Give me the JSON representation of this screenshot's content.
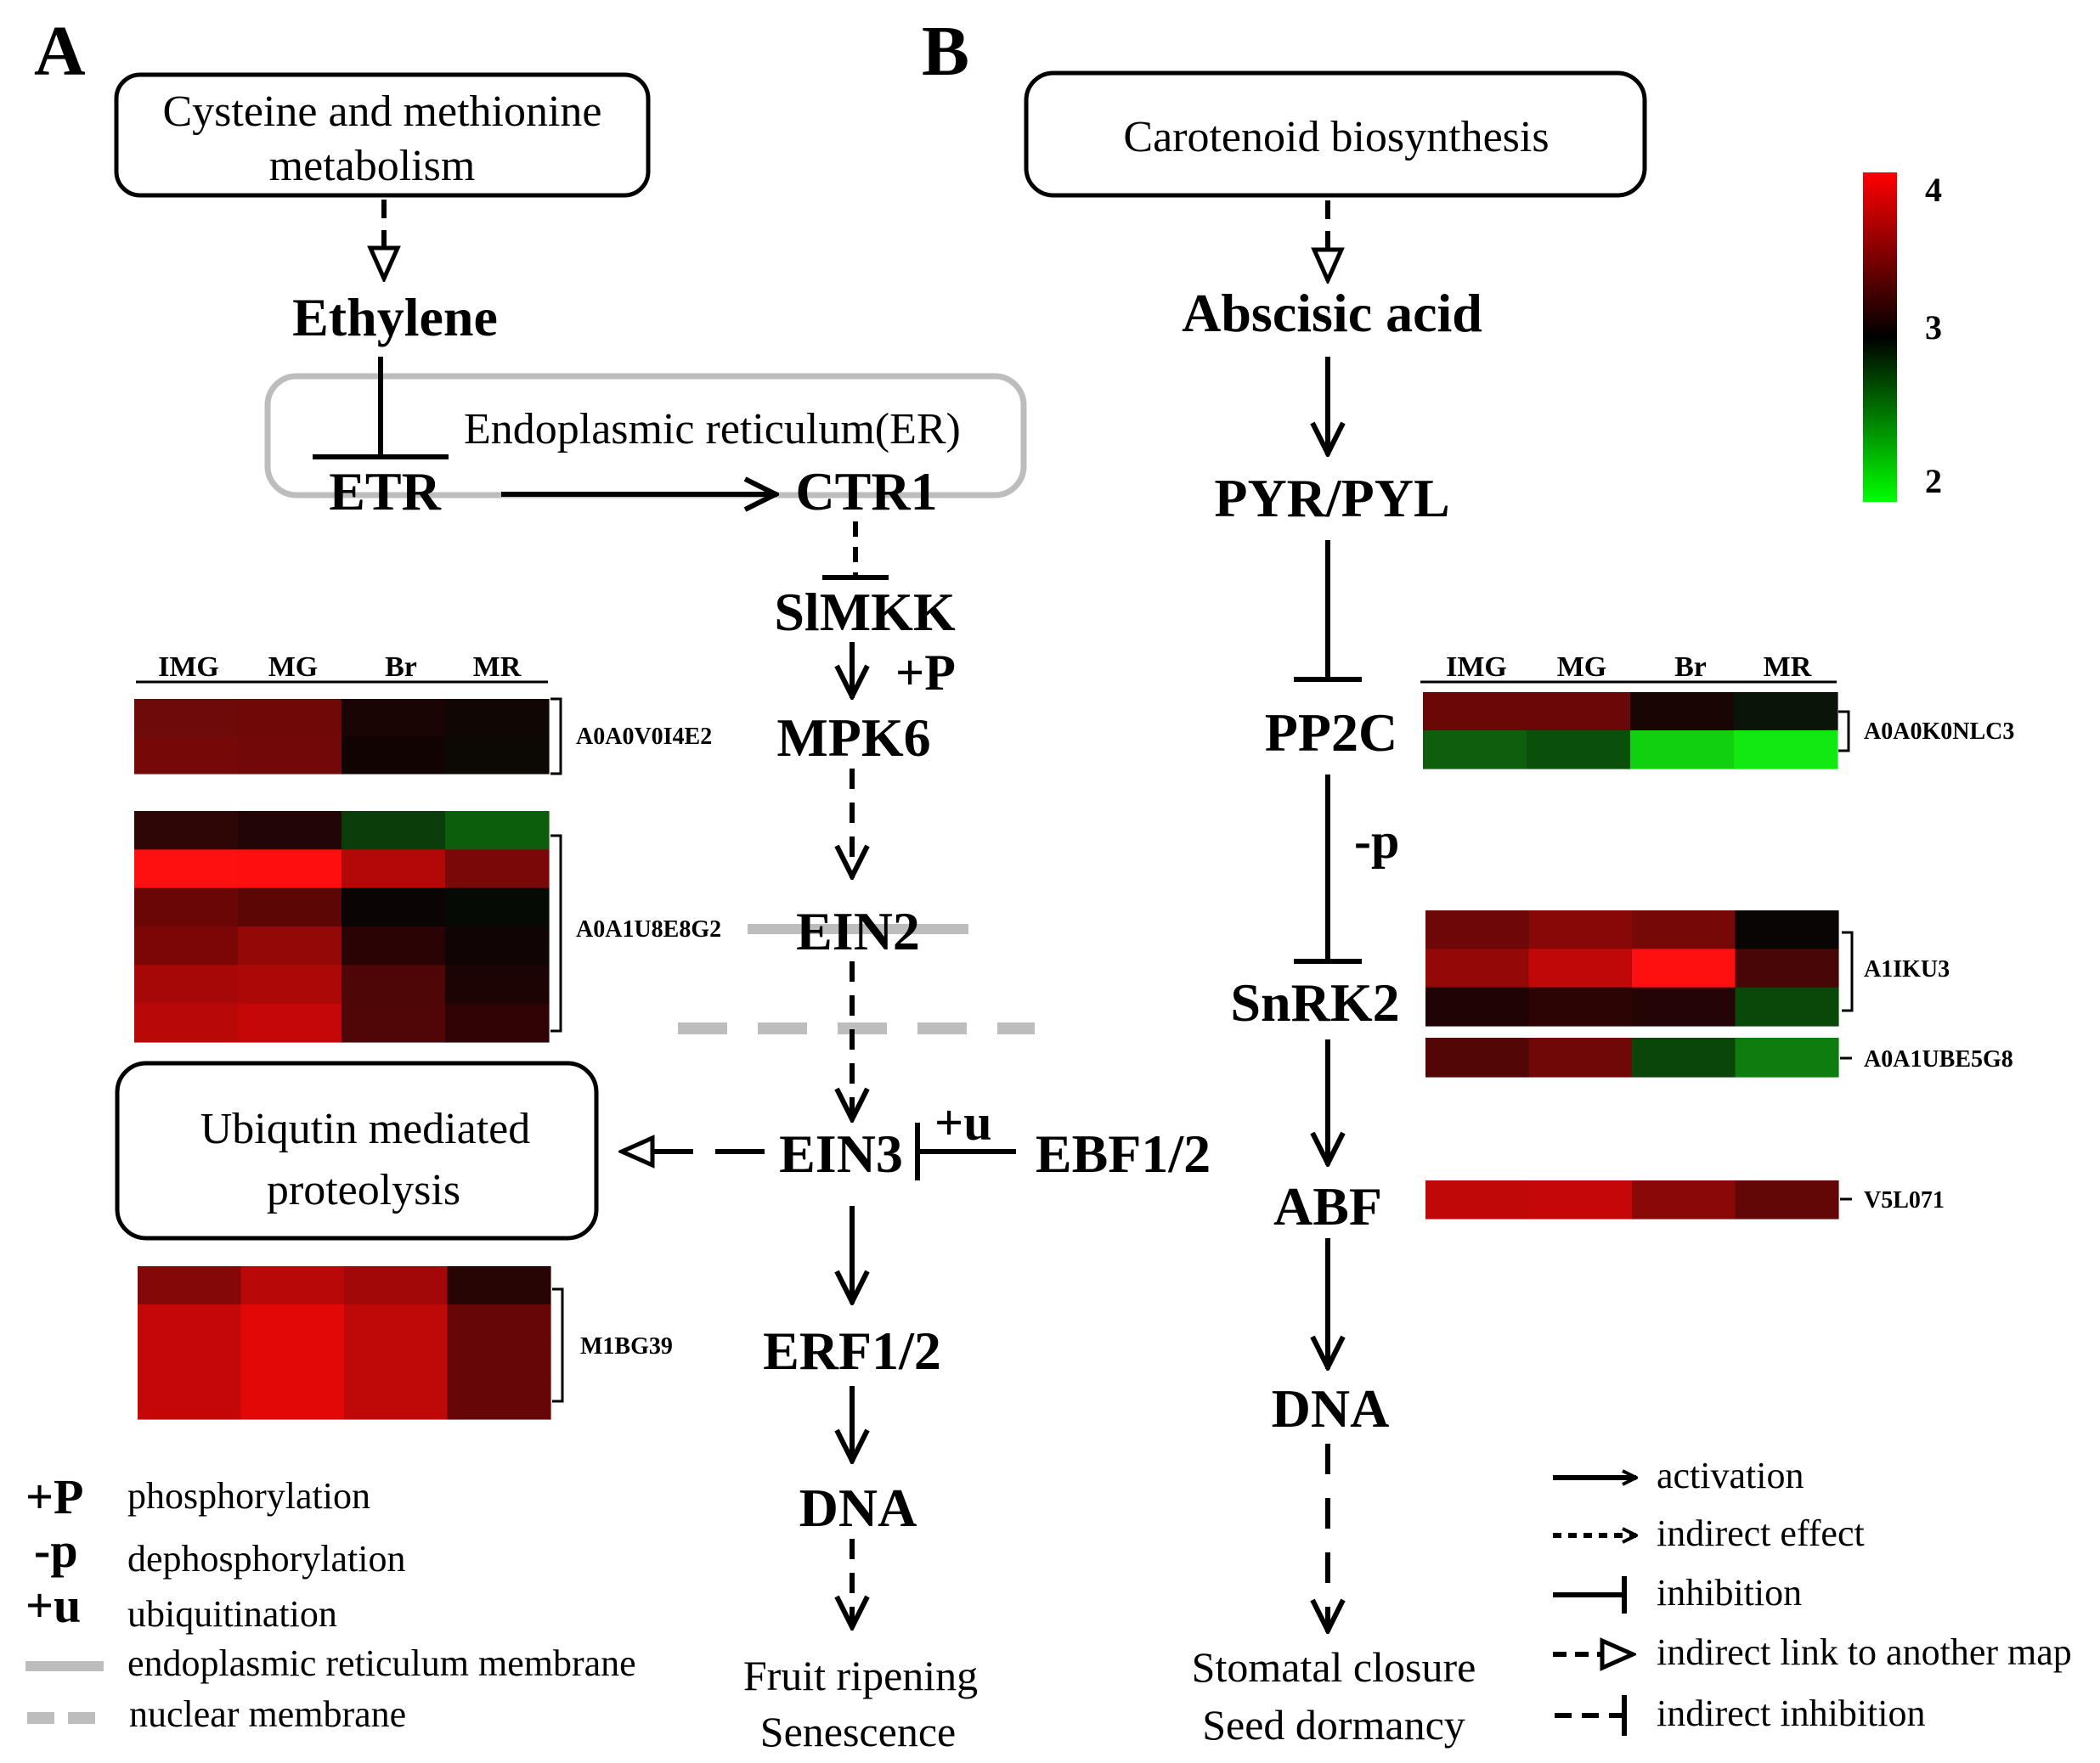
{
  "panels": {
    "a": "A",
    "b": "B"
  },
  "pathway_a": {
    "source_box": [
      "Cysteine and methionine",
      "metabolism"
    ],
    "er_label": "Endoplasmic reticulum(ER)",
    "nodes": {
      "ethylene": "Ethylene",
      "etr": "ETR",
      "ctr1": "CTR1",
      "simkk": "SlMKK",
      "mpk6": "MPK6",
      "ein2": "EIN2",
      "ein3": "EIN3",
      "ebf": "EBF1/2",
      "erf": "ERF1/2",
      "dna": "DNA"
    },
    "plus_p": "+P",
    "plus_u": "+u",
    "ubiquitin_box": [
      "Ubiqutin mediated",
      "proteolysis"
    ],
    "outcome": [
      "Fruit ripening",
      "Senescence"
    ]
  },
  "pathway_b": {
    "source_box": "Carotenoid biosynthesis",
    "nodes": {
      "aba": "Abscisic acid",
      "pyr": "PYR/PYL",
      "pp2c": "PP2C",
      "snrk2": "SnRK2",
      "abf": "ABF",
      "dna": "DNA"
    },
    "minus_p": "-p",
    "outcome": [
      "Stomatal closure",
      "Seed dormancy"
    ]
  },
  "heatmaps": {
    "columns": [
      "IMG",
      "MG",
      "Br",
      "MR"
    ],
    "a0a0v": {
      "id": "A0A0V0I4E2",
      "rows": [
        [
          "#6e0a0a",
          "#700808",
          "#1a0505",
          "#0e0704"
        ],
        [
          "#760808",
          "#720808",
          "#120303",
          "#0c0904"
        ]
      ]
    },
    "a0a1u8": {
      "id": "A0A1U8E8G2",
      "rows": [
        [
          "#2e0606",
          "#220606",
          "#0a3d0a",
          "#0c5e0c"
        ],
        [
          "#ff1010",
          "#ff0e0e",
          "#b20808",
          "#7a0808"
        ],
        [
          "#6a0606",
          "#5c0606",
          "#0a0404",
          "#050a05"
        ],
        [
          "#7a0606",
          "#950808",
          "#2a0404",
          "#100404"
        ],
        [
          "#a60808",
          "#ac0808",
          "#4e0606",
          "#1c0404"
        ],
        [
          "#b80808",
          "#c40808",
          "#500606",
          "#300404"
        ]
      ]
    },
    "m1bg39": {
      "id": "M1BG39",
      "rows": [
        [
          "#840808",
          "#b80808",
          "#a30808",
          "#280505"
        ],
        [
          "#c40808",
          "#e20808",
          "#bf0808",
          "#660606"
        ],
        [
          "#c40808",
          "#e20808",
          "#bf0808",
          "#660606"
        ],
        [
          "#c40808",
          "#e20808",
          "#bf0808",
          "#660606"
        ]
      ]
    },
    "a0a0k0": {
      "id": "A0A0K0NLC3",
      "rows": [
        [
          "#6a0808",
          "#6a0808",
          "#1a0505",
          "#0a1408"
        ],
        [
          "#0e5e0e",
          "#0a500a",
          "#10d010",
          "#12e812"
        ]
      ]
    },
    "a1iku3": {
      "id": "A1IKU3",
      "rows": [
        [
          "#6e0808",
          "#880808",
          "#770808",
          "#0a0505"
        ],
        [
          "#940808",
          "#c00808",
          "#ff1010",
          "#480606"
        ],
        [
          "#1e0404",
          "#2c0404",
          "#240404",
          "#0a480a"
        ]
      ]
    },
    "a0a1ube": {
      "id": "A0A1UBE5G8",
      "rows": [
        [
          "#520606",
          "#700808",
          "#0a460a",
          "#0e7c0e"
        ]
      ]
    },
    "v5l071": {
      "id": "V5L071",
      "rows": [
        [
          "#c00808",
          "#c40808",
          "#8a0808",
          "#620606"
        ]
      ]
    }
  },
  "colorbar": {
    "max": "4",
    "mid": "3",
    "min": "2",
    "colors": [
      "#ff0000",
      "#000000",
      "#00ff00"
    ]
  },
  "legend_left": [
    {
      "symbol": "+P",
      "label": "phosphorylation"
    },
    {
      "symbol": "-p",
      "label": "dephosphorylation"
    },
    {
      "symbol": "+u",
      "label": "ubiquitination"
    },
    {
      "symbol": "",
      "label": "endoplasmic reticulum membrane"
    },
    {
      "symbol": "",
      "label": "nuclear membrane"
    }
  ],
  "legend_right": [
    {
      "label": "activation"
    },
    {
      "label": "indirect effect"
    },
    {
      "label": "inhibition"
    },
    {
      "label": "indirect link to another map"
    },
    {
      "label": "indirect inhibition"
    }
  ]
}
